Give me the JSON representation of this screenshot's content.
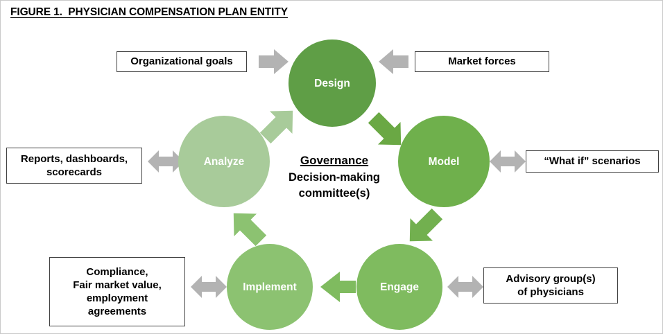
{
  "figure": {
    "title": "FIGURE 1.  PHYSICIAN COMPENSATION PLAN ENTITY"
  },
  "center": {
    "heading": "Governance",
    "line1": "Decision-making",
    "line2": "committee(s)"
  },
  "cycle": {
    "nodes": [
      {
        "id": "design",
        "label": "Design",
        "color": "#5f9e46"
      },
      {
        "id": "model",
        "label": "Model",
        "color": "#6fb04c"
      },
      {
        "id": "engage",
        "label": "Engage",
        "color": "#7fbb5f"
      },
      {
        "id": "implement",
        "label": "Implement",
        "color": "#8cc271"
      },
      {
        "id": "analyze",
        "label": "Analyze",
        "color": "#a8cb9a"
      }
    ],
    "arrows": [
      {
        "id": "design-to-model",
        "from": "Design",
        "to": "Model",
        "color": "#6aa844",
        "direction": "down-right"
      },
      {
        "id": "model-to-engage",
        "from": "Model",
        "to": "Engage",
        "color": "#72b04f",
        "direction": "down-left"
      },
      {
        "id": "engage-to-implement",
        "from": "Engage",
        "to": "Implement",
        "color": "#7fbb5f",
        "direction": "left"
      },
      {
        "id": "implement-to-analyze",
        "from": "Implement",
        "to": "Analyze",
        "color": "#8cc271",
        "direction": "up-left"
      },
      {
        "id": "analyze-to-design",
        "from": "Analyze",
        "to": "Design",
        "color": "#a8cb9a",
        "direction": "up-right"
      }
    ]
  },
  "callouts": [
    {
      "id": "organizational-goals",
      "text": "Organizational goals",
      "connector": "arrow-right",
      "target": "design"
    },
    {
      "id": "market-forces",
      "text": "Market forces",
      "connector": "arrow-left",
      "target": "design"
    },
    {
      "id": "reports",
      "text": "Reports, dashboards,\nscorecards",
      "connector": "arrow-double",
      "target": "analyze"
    },
    {
      "id": "what-if",
      "text": "“What if” scenarios",
      "connector": "arrow-double",
      "target": "model"
    },
    {
      "id": "compliance",
      "text": "Compliance,\nFair market value,\nemployment\nagreements",
      "connector": "arrow-double",
      "target": "implement"
    },
    {
      "id": "advisory",
      "text": "Advisory group(s)\nof physicians",
      "connector": "arrow-double",
      "target": "engage"
    }
  ],
  "colors": {
    "connector_gray": "#b3b3b3",
    "box_border": "#404040",
    "text": "#000000",
    "background": "#ffffff"
  }
}
